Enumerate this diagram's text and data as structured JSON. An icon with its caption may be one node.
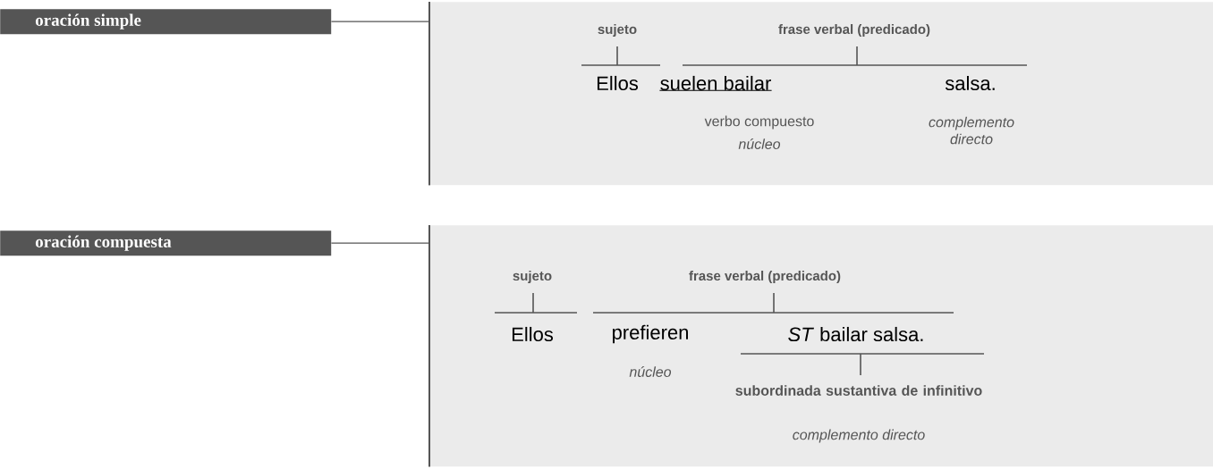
{
  "diagram": {
    "nodes": [
      {
        "text": [
          "oración simple"
        ]
      },
      {
        "text": [],
        "shape": "box"
      },
      {
        "text": [
          "oración compuesta"
        ]
      },
      {
        "text": [],
        "shape": "box"
      }
    ],
    "edges": [
      {
        "from": 0,
        "to": 1,
        "arrow": "none"
      },
      {
        "from": 2,
        "to": 3,
        "arrow": "none"
      }
    ],
    "labels": [
      "sujeto",
      "frase verbal (predicado)",
      "Ellos",
      "suelen bailar",
      "salsa.",
      "verbo compuesto",
      "núcleo",
      "complemento directo",
      "sujeto",
      "frase verbal (predicado)",
      "Ellos",
      "prefieren",
      "*ST* bailar salsa.",
      "núcleo",
      "subordinada sustantiva de infinitivo",
      "complemento directo"
    ]
  }
}
